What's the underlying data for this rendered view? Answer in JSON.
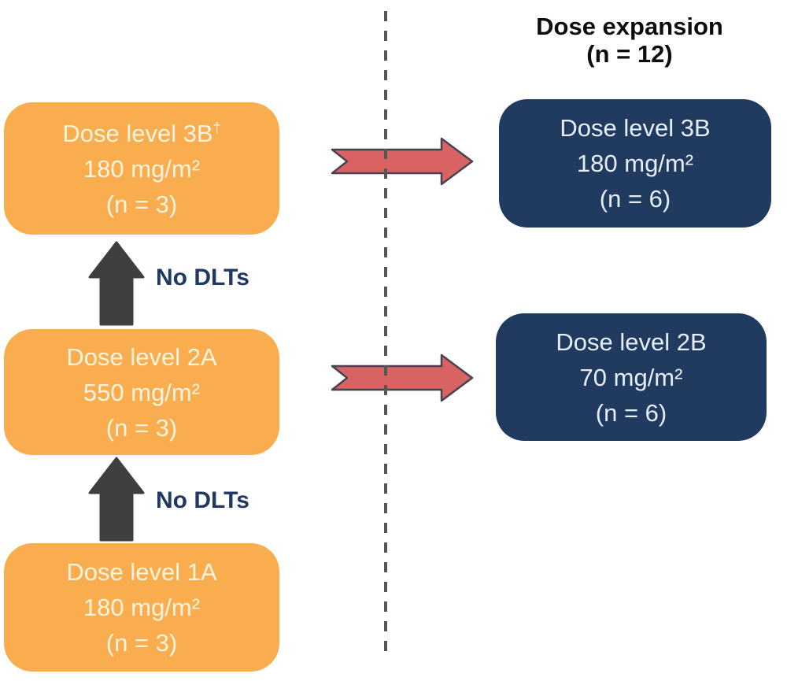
{
  "header": {
    "line1": "Dose expansion",
    "line2": "(n = 12)"
  },
  "escalation_boxes": [
    {
      "title": "Dose level 3B",
      "title_sup": "†",
      "dose": "180 mg/m²",
      "n": "(n = 3)"
    },
    {
      "title": "Dose level 2A",
      "dose": "550 mg/m²",
      "n": "(n = 3)"
    },
    {
      "title": "Dose level 1A",
      "dose": "180 mg/m²",
      "n": "(n = 3)"
    }
  ],
  "expansion_boxes": [
    {
      "title": "Dose level 3B",
      "dose": "180 mg/m²",
      "n": "(n = 6)"
    },
    {
      "title": "Dose level 2B",
      "dose": "70 mg/m²",
      "n": "(n = 6)"
    }
  ],
  "labels": {
    "no_dlts_1": "No DLTs",
    "no_dlts_2": "No DLTs"
  },
  "icons": {
    "up_arrow": "block-arrow-up",
    "right_arrow": "block-arrow-right-chevron-tail",
    "divider": "vertical-dashed-line"
  },
  "colors": {
    "orange_box": "#F9AD4E",
    "navy_box": "#203A60",
    "red_arrow": "#D96363",
    "red_arrow_outline": "#474350",
    "up_arrow": "#3F3F3F",
    "no_dlts_text": "#1F3864",
    "header_text": "#0D0D0D",
    "dashed_line": "#565656",
    "orange_box_text": "#FCF4DF",
    "navy_box_text": "#E7EEF9"
  }
}
